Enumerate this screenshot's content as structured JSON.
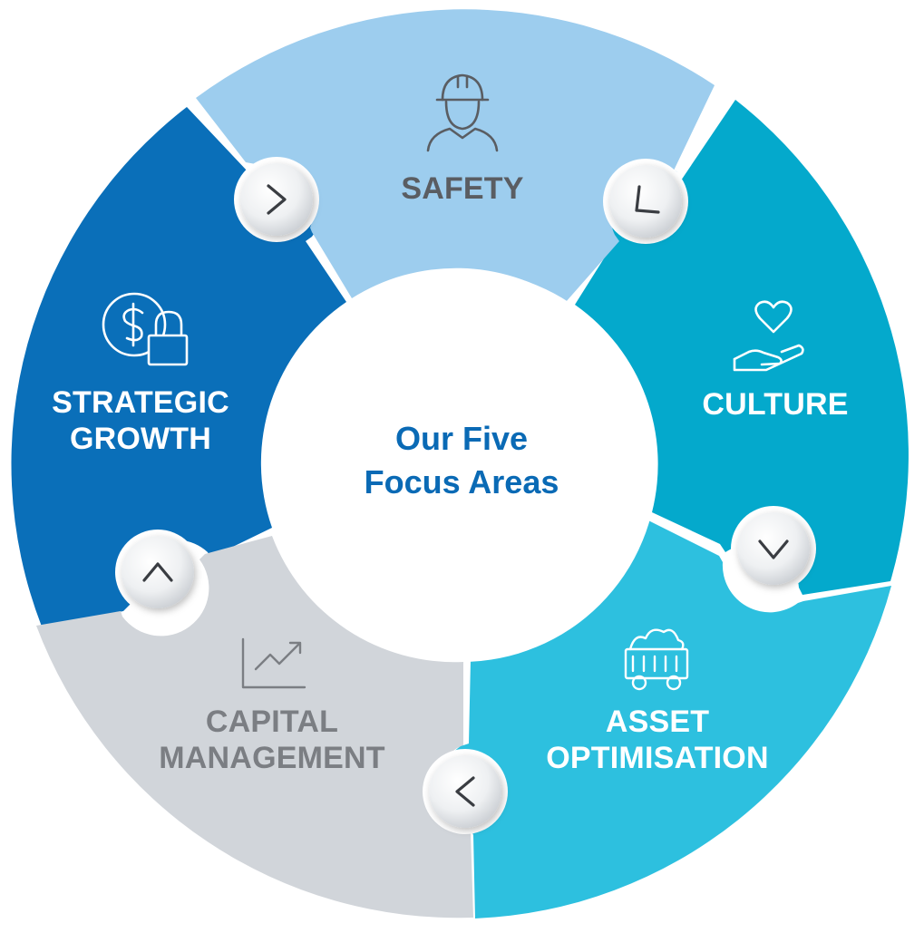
{
  "center": {
    "line1": "Our Five",
    "line2": "Focus Areas",
    "color": "#0a6ab5"
  },
  "segments": [
    {
      "id": "safety",
      "lines": [
        "SAFETY"
      ],
      "fill": "#9dcdee",
      "text_color": "#5a5d62",
      "icon": "worker-hardhat-icon"
    },
    {
      "id": "culture",
      "lines": [
        "CULTURE"
      ],
      "fill": "#04a9cc",
      "text_color": "#ffffff",
      "icon": "heart-in-hand-icon"
    },
    {
      "id": "asset-optimisation",
      "lines": [
        "ASSET",
        "OPTIMISATION"
      ],
      "fill": "#2dc0df",
      "text_color": "#ffffff",
      "icon": "mining-cart-icon"
    },
    {
      "id": "capital-management",
      "lines": [
        "CAPITAL",
        "MANAGEMENT"
      ],
      "fill": "#d1d5da",
      "text_color": "#7b7e83",
      "icon": "growth-chart-icon"
    },
    {
      "id": "strategic-growth",
      "lines": [
        "STRATEGIC",
        "GROWTH"
      ],
      "fill": "#0a6fb9",
      "text_color": "#ffffff",
      "icon": "dollar-padlock-icon"
    }
  ],
  "connectors": [
    {
      "icon": "chevron-right-icon"
    },
    {
      "icon": "chevron-down-right-icon"
    },
    {
      "icon": "chevron-down-icon"
    },
    {
      "icon": "chevron-left-icon"
    },
    {
      "icon": "chevron-up-icon"
    }
  ]
}
